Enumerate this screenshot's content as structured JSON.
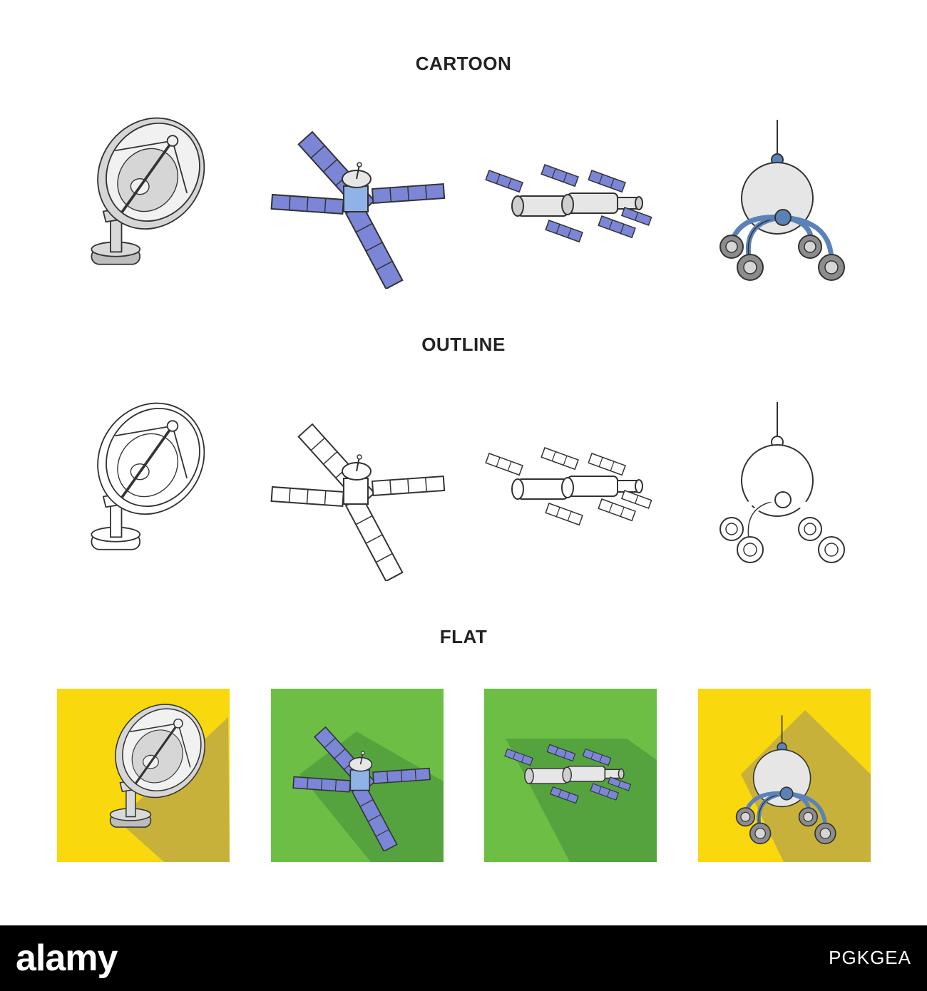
{
  "sections": {
    "cartoon": {
      "title": "CARTOON"
    },
    "outline": {
      "title": "OUTLINE"
    },
    "flat": {
      "title": "FLAT"
    }
  },
  "icons": [
    "radio-telescope-dish",
    "satellite",
    "space-station",
    "lunar-rover"
  ],
  "colors": {
    "tile_yellow": "#f9d80d",
    "tile_yellow_shadow": "#c8b13a",
    "tile_green": "#6cbf44",
    "tile_green_shadow": "#55a33f",
    "panel_blue": "#7b86d6",
    "body_gray": "#d9d9d9",
    "connector_blue": "#5b82b8"
  },
  "footer": {
    "logo": "alamy",
    "image_id": "PGKGEA"
  }
}
